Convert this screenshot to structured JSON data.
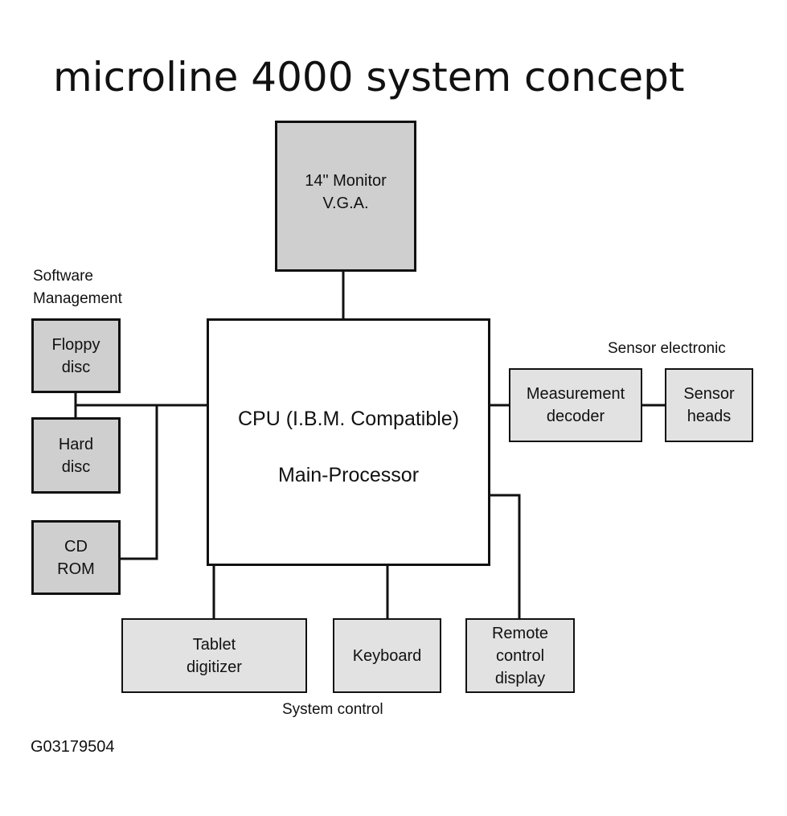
{
  "title": "microline 4000 system concept",
  "groups": {
    "software_management": "Software\nManagement",
    "sensor_electronic": "Sensor electronic",
    "system_control": "System control"
  },
  "boxes": {
    "monitor": "14\" Monitor\nV.G.A.",
    "cpu_line1": "CPU (I.B.M. Compatible)",
    "cpu_line2": "Main-Processor",
    "floppy": "Floppy\ndisc",
    "hard": "Hard\ndisc",
    "cdrom": "CD\nROM",
    "measurement": "Measurement\ndecoder",
    "sensor_heads": "Sensor\nheads",
    "tablet": "Tablet\ndigitizer",
    "keyboard": "Keyboard",
    "remote": "Remote\ncontrol\ndisplay"
  },
  "figure_id": "G03179504"
}
